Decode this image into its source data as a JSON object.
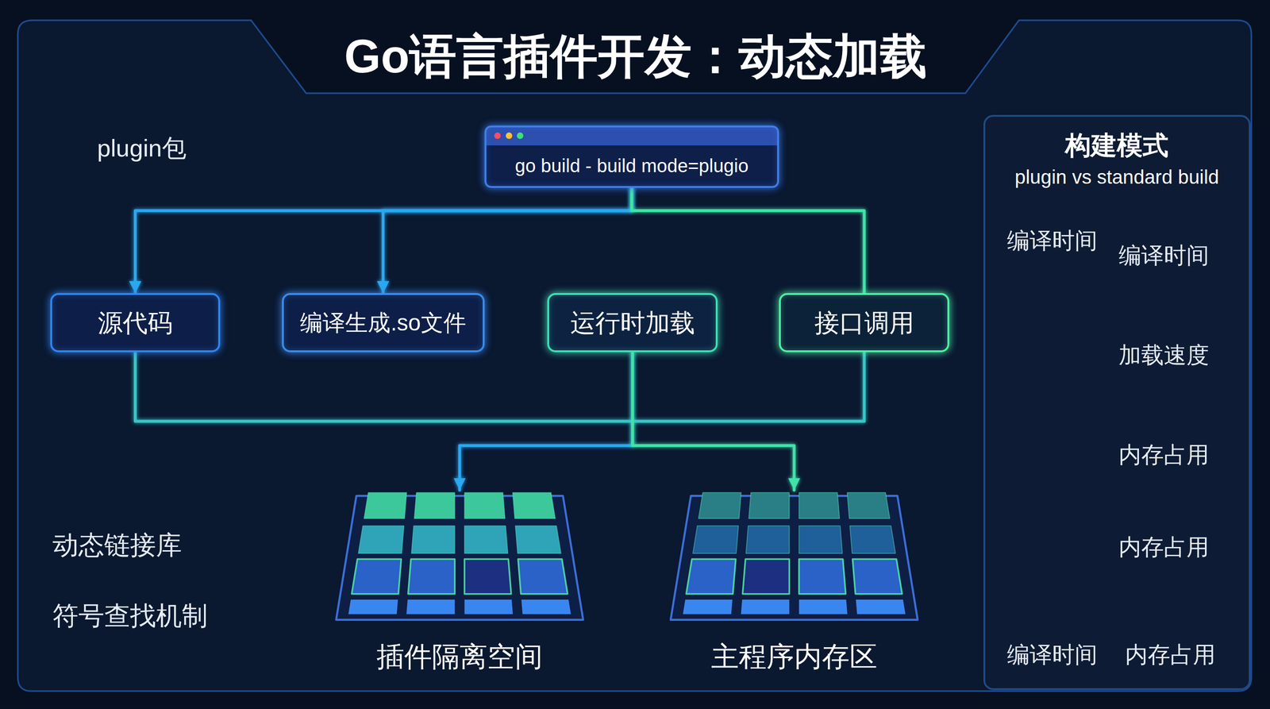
{
  "diagram": {
    "title": "Go语言插件开发：动态加载",
    "nodes": [
      {
        "text": [
          "go build - build mode=plugio"
        ]
      },
      {
        "text": [
          "源代码"
        ]
      },
      {
        "text": [
          "编译生成.so文件"
        ]
      },
      {
        "text": [
          "运行时加载"
        ]
      },
      {
        "text": [
          "接口调用"
        ]
      },
      {
        "text": [
          "构建模式",
          "plugin vs standard build"
        ]
      },
      {
        "text": [
          "插件隔离空间"
        ]
      },
      {
        "text": [
          "主程序内存区"
        ]
      }
    ],
    "edges": [
      {
        "from": 0,
        "to": 1,
        "arrow": "to"
      },
      {
        "from": 0,
        "to": 2,
        "arrow": "to"
      },
      {
        "from": 0,
        "to": 3,
        "arrow": "to"
      },
      {
        "from": 0,
        "to": 4,
        "arrow": "none"
      },
      {
        "from": 1,
        "to": 2,
        "arrow": "to"
      },
      {
        "from": 2,
        "to": 3,
        "arrow": "to"
      },
      {
        "from": 3,
        "to": 4,
        "arrow": "to"
      },
      {
        "from": 1,
        "to": 4,
        "arrow": "none"
      },
      {
        "from": 3,
        "to": 6,
        "arrow": "to"
      },
      {
        "from": 3,
        "to": 7,
        "arrow": "to"
      },
      {
        "from": 6,
        "to": 7,
        "arrow": "to"
      }
    ],
    "labels": [
      "plugin包",
      "动态链接库",
      "符号查找机制",
      "编译时间",
      "编译时间",
      "加载速度",
      "内存占用",
      "内存占用",
      "编译时间",
      "内存占用"
    ]
  }
}
